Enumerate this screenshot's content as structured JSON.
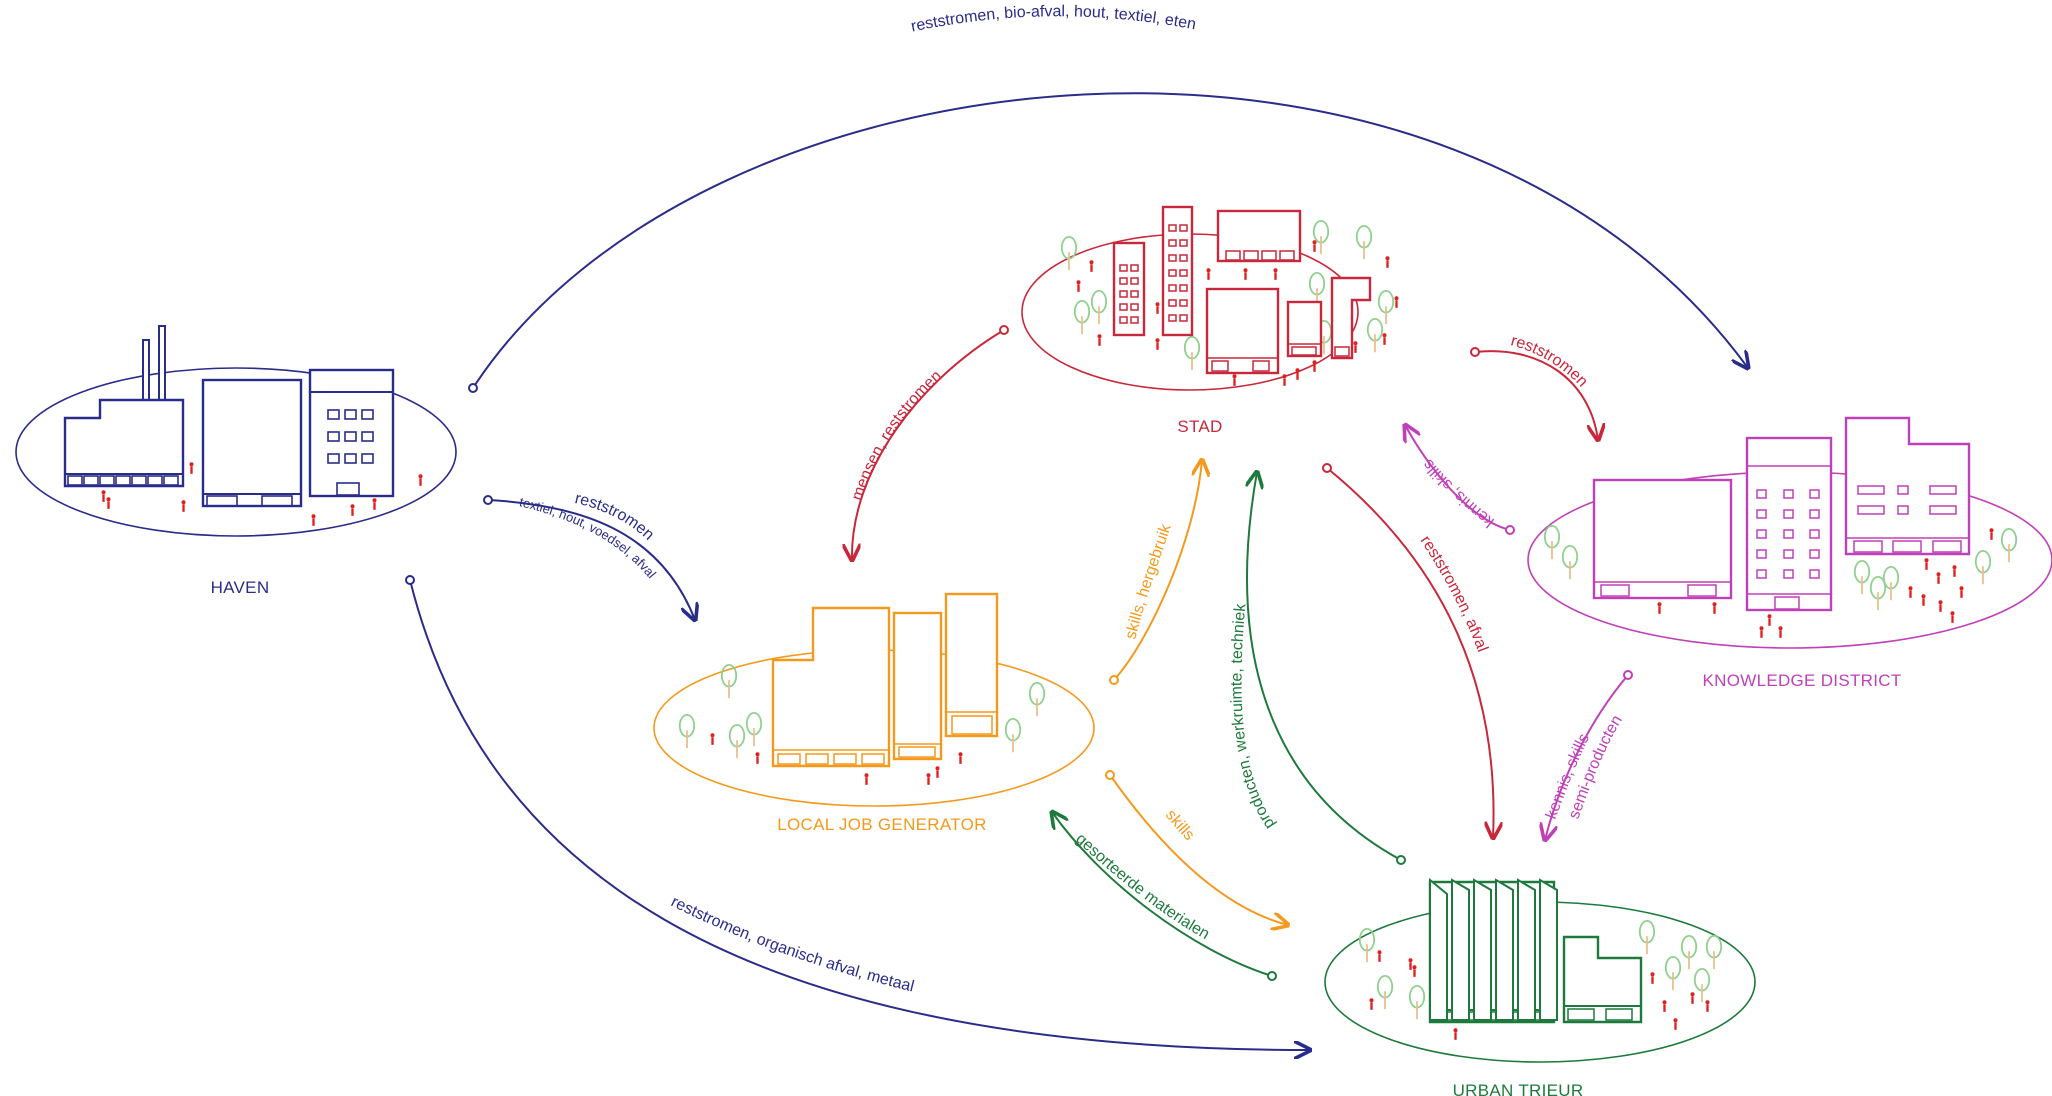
{
  "colors": {
    "haven": "#2a2c8a",
    "stad": "#c8283a",
    "knowledge": "#c040b8",
    "local": "#f39a1e",
    "urban": "#1e7a3c",
    "tree": "#8fd08f",
    "person": "#e02020"
  },
  "nodes": {
    "haven": "HAVEN",
    "stad": "STAD",
    "knowledge": "KNOWLEDGE DISTRICT",
    "local": "LOCAL JOB GENERATOR",
    "urban": "URBAN TRIEUR"
  },
  "flows": {
    "top": "reststromen, bio-afval, hout, textiel, eten",
    "haven_local_1": "reststromen",
    "haven_local_2": "textiel, hout, voedsel, afval",
    "haven_urban": "reststromen, organisch afval, metaal",
    "stad_local": "mensen, reststromen",
    "local_stad": "skills, hergebruik",
    "urban_stad": "producten, werkruimte, techniek",
    "stad_urban": "reststromen, afval",
    "stad_knowledge": "reststromen",
    "knowledge_stad": "kennis, skills",
    "knowledge_urban_1": "kennis, skills",
    "knowledge_urban_2": "semi-producten",
    "local_urban": "skills",
    "urban_local": "gesorteerde materialen"
  }
}
